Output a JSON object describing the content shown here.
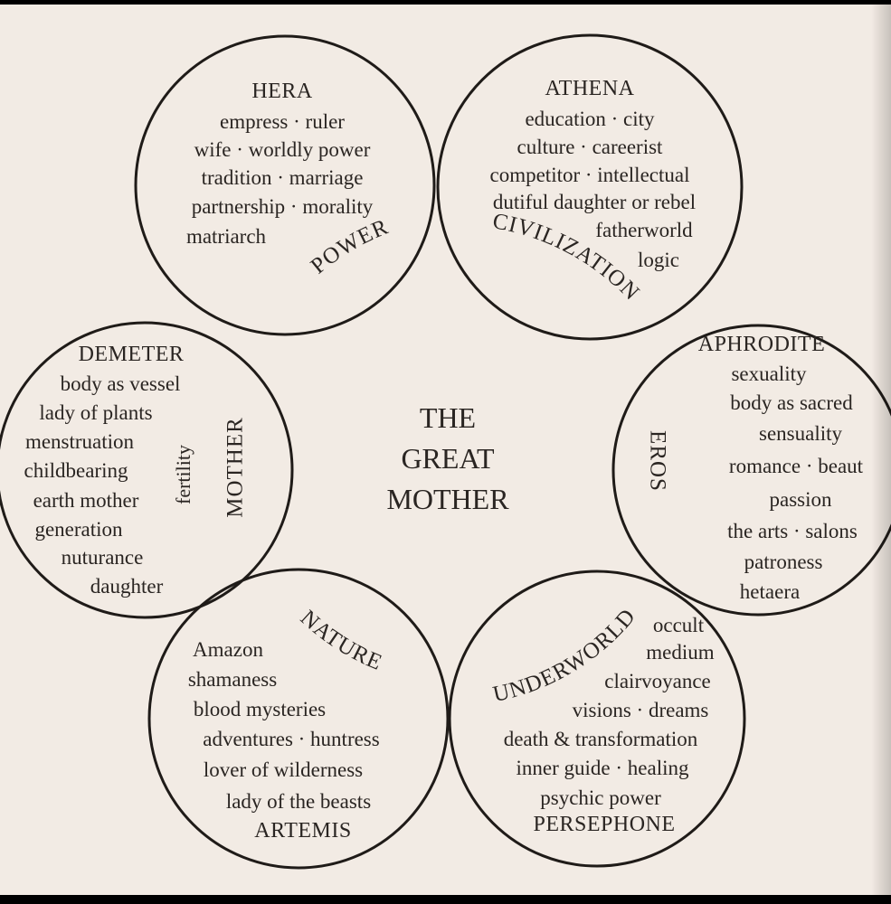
{
  "center": {
    "lines": [
      "THE",
      "GREAT",
      "MOTHER"
    ]
  },
  "goddesses": [
    {
      "id": "hera",
      "name": "HERA",
      "items": [
        "empress · ruler",
        "wife · worldly power",
        "tradition · marriage",
        "partnership · morality",
        "matriarch"
      ]
    },
    {
      "id": "athena",
      "name": "ATHENA",
      "items": [
        "education · city",
        "culture · careerist",
        "competitor · intellectual",
        "dutiful daughter or rebel",
        "fatherworld",
        "logic"
      ]
    },
    {
      "id": "aphrodite",
      "name": "APHRODITE",
      "items": [
        "sexuality",
        "body as sacred",
        "sensuality",
        "romance · beaut",
        "passion",
        "the arts · salons",
        "patroness",
        "hetaera"
      ]
    },
    {
      "id": "persephone",
      "name": "PERSEPHONE",
      "items": [
        "occult",
        "medium",
        "clairvoyance",
        "visions · dreams",
        "death & transformation",
        "inner guide · healing",
        "psychic power"
      ]
    },
    {
      "id": "artemis",
      "name": "ARTEMIS",
      "items": [
        "Amazon",
        "shamaness",
        "blood mysteries",
        "adventures · huntress",
        "lover of wilderness",
        "lady of the beasts"
      ]
    },
    {
      "id": "demeter",
      "name": "DEMETER",
      "items": [
        "body as vessel",
        "lady of plants",
        "menstruation",
        "childbearing",
        "earth mother",
        "generation",
        "nuturance",
        "daughter"
      ],
      "side_label": "fertility"
    }
  ],
  "overlaps": {
    "power": "POWER",
    "civilization": "CIVILIZATION",
    "eros": "EROS",
    "underworld": "UNDERWORLD",
    "nature": "NATURE",
    "mother": "MOTHER"
  }
}
